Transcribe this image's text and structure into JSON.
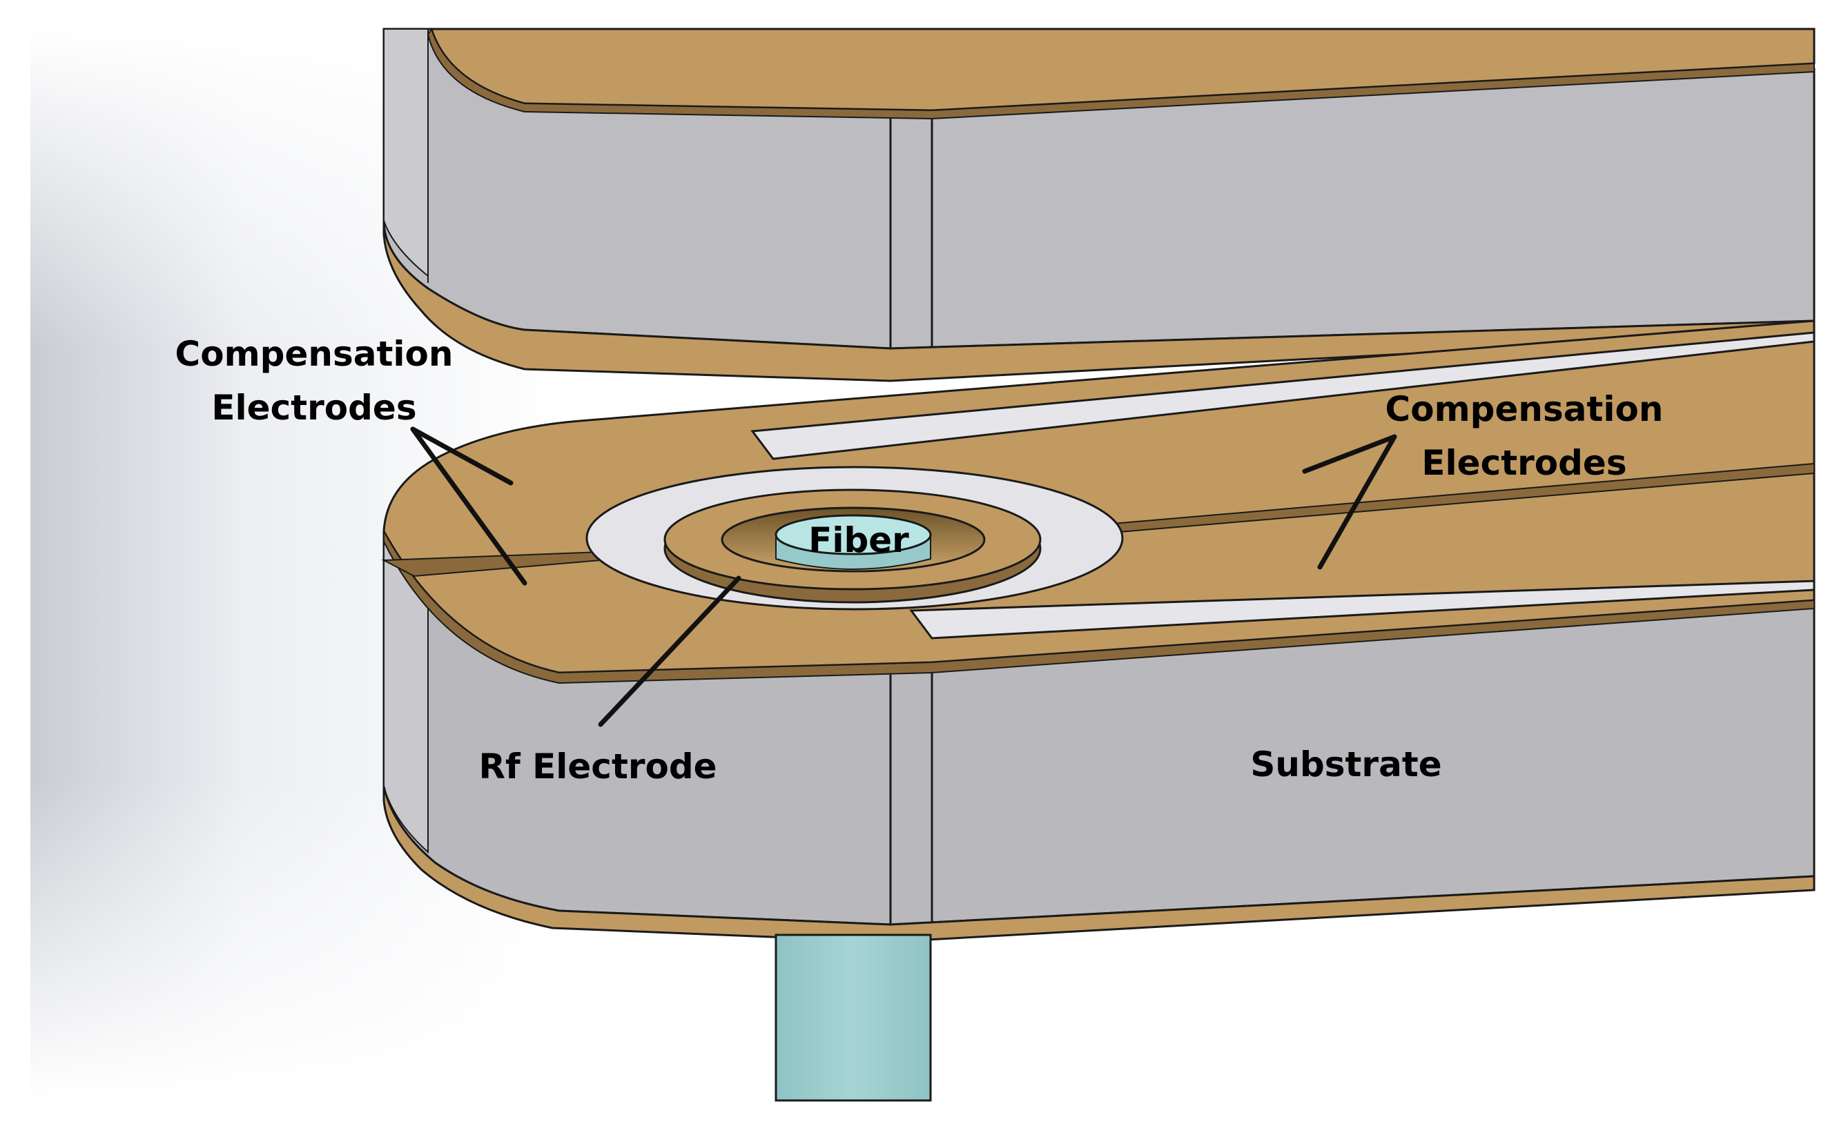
{
  "labels": {
    "comp_left_line1": "Compensation",
    "comp_left_line2": "Electrodes",
    "comp_right_line1": "Compensation",
    "comp_right_line2": "Electrodes",
    "fiber": "Fiber",
    "rf_electrode": "Rf Electrode",
    "substrate": "Substrate"
  },
  "colors": {
    "electrode_gold": "#C19A62",
    "electrode_edge": "#8A6A3C",
    "substrate_gray": "#B8B8BC",
    "substrate_light": "#CACACE",
    "fiber_cyan": "#9FCFCF",
    "fiber_top": "#B8E4E4",
    "gap_light": "#E4E4E8",
    "outline": "#1A1A1A"
  }
}
